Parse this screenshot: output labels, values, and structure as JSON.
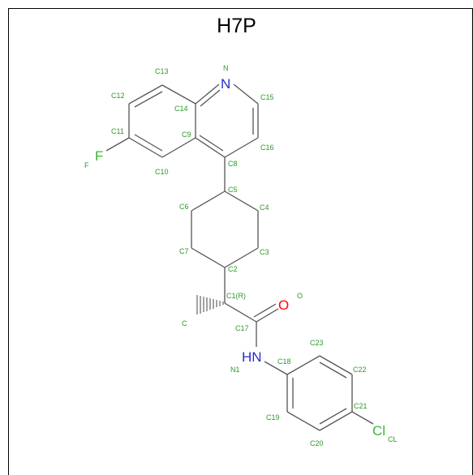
{
  "title": "H7P",
  "colors": {
    "bond": "#555555",
    "atom_label": "#2a9a2a",
    "nitrogen": "#2a2ad0",
    "oxygen": "#ff0000",
    "fluorine": "#33bb33",
    "chlorine": "#33bb33"
  },
  "atoms": {
    "N": "N",
    "C15": "C15",
    "C16": "C16",
    "C8": "C8",
    "C9": "C9",
    "C14": "C14",
    "C13": "C13",
    "C12": "C12",
    "C11": "C11",
    "C10": "C10",
    "F_elem": "F",
    "F_lbl": "F",
    "C5": "C5",
    "C4": "C4",
    "C3": "C3",
    "C2": "C2",
    "C7": "C7",
    "C6": "C6",
    "C1": "C1(R)",
    "C": "C",
    "C17": "C17",
    "O_elem": "O",
    "O_lbl": "O",
    "N1_elem": "HN",
    "N1_lbl": "N1",
    "C18": "C18",
    "C23": "C23",
    "C22": "C22",
    "C21": "C21",
    "C20": "C20",
    "C19": "C19",
    "Cl_elem": "Cl",
    "Cl_lbl": "CL"
  }
}
